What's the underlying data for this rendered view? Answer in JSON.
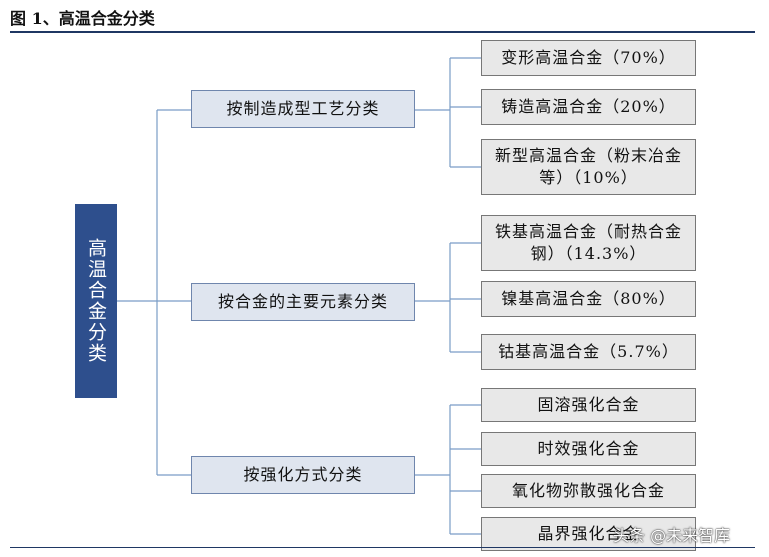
{
  "figure_title": "图 1、高温合金分类",
  "root": {
    "label": "高温合金分类"
  },
  "categories": [
    {
      "label": "按制造成型工艺分类",
      "children": [
        "变形高温合金（70%）",
        "铸造高温合金（20%）",
        "新型高温合金（粉末冶金等）（10%）"
      ]
    },
    {
      "label": "按合金的主要元素分类",
      "children": [
        "铁基高温合金（耐热合金钢）（14.3%）",
        "镍基高温合金（80%）",
        "钴基高温合金（5.7%）"
      ]
    },
    {
      "label": "按强化方式分类",
      "children": [
        "固溶强化合金",
        "时效强化合金",
        "氧化物弥散强化合金",
        "晶界强化合金"
      ]
    }
  ],
  "watermark": "头条 @未来智库",
  "colors": {
    "root_fill": "#2e4f8d",
    "category_fill": "#dfe5ef",
    "leaf_fill": "#e8e8e8",
    "rule": "#1f3763",
    "connector": "#7a9cc6"
  }
}
